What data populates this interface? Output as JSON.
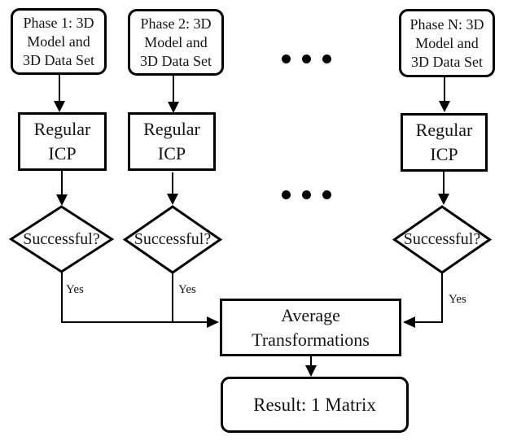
{
  "nodes": {
    "phase1": {
      "lines": [
        "Phase 1: 3D",
        "Model and",
        "3D Data Set"
      ]
    },
    "phase2": {
      "lines": [
        "Phase 2: 3D",
        "Model and",
        "3D Data Set"
      ]
    },
    "phaseN": {
      "lines": [
        "Phase N: 3D",
        "Model and",
        "3D Data Set"
      ]
    },
    "icp1": {
      "lines": [
        "Regular",
        "ICP"
      ]
    },
    "icp2": {
      "lines": [
        "Regular",
        "ICP"
      ]
    },
    "icpN": {
      "lines": [
        "Regular",
        "ICP"
      ]
    },
    "decision1": {
      "label": "Successful?"
    },
    "decision2": {
      "label": "Successful?"
    },
    "decisionN": {
      "label": "Successful?"
    },
    "average": {
      "lines": [
        "Average",
        "Transformations"
      ]
    },
    "result": {
      "label": "Result: 1 Matrix"
    }
  },
  "edges": {
    "yes1": "Yes",
    "yes2": "Yes",
    "yesN": "Yes"
  },
  "icons": {
    "ellipsis_top": "three-horizontal-dots",
    "ellipsis_bottom": "three-horizontal-dots"
  },
  "colors": {
    "background": "#ffffff",
    "stroke": "#000000",
    "text": "#141414"
  }
}
